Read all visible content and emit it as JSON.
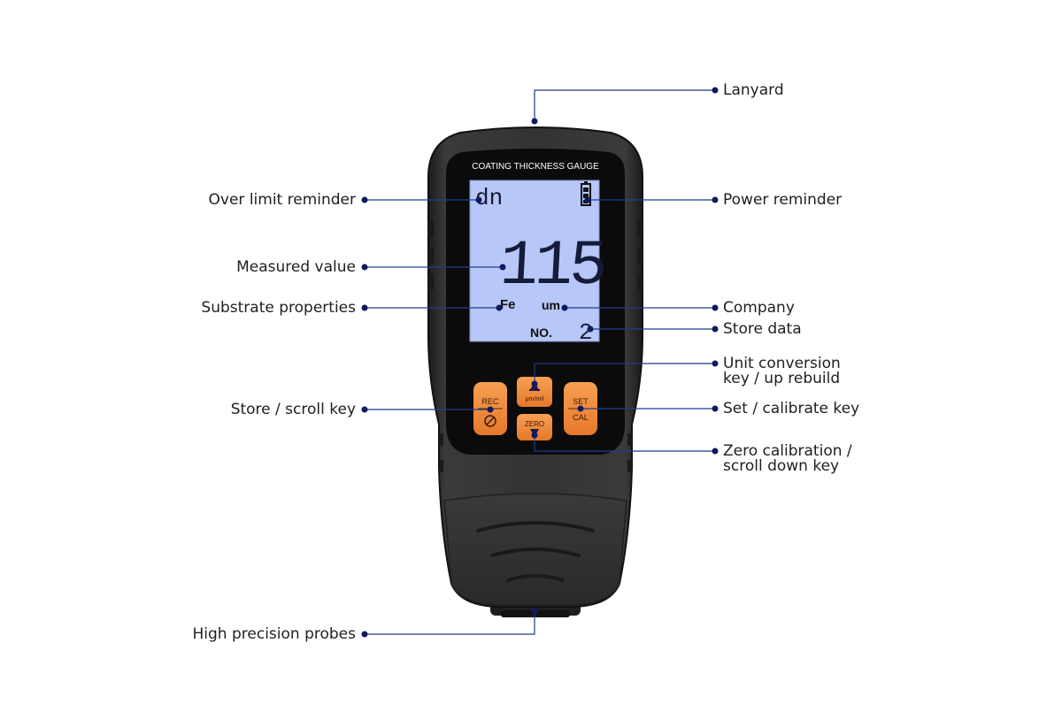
{
  "device": {
    "header": "COATING THICKNESS GAUGE",
    "lcd": {
      "over_limit": "dn",
      "reading": "115",
      "substrate": "Fe",
      "unit": "um",
      "store_label": "NO.",
      "store_number": "2"
    },
    "keys": {
      "rec": "REC",
      "unit": "μm/mil",
      "set": "SET",
      "cal": "CAL",
      "zero": "ZERO"
    }
  },
  "callouts": {
    "lanyard": "Lanyard",
    "power_reminder": "Power reminder",
    "over_limit_reminder": "Over limit reminder",
    "measured_value": "Measured value",
    "substrate_properties": "Substrate properties",
    "company": "Company",
    "store_data": "Store data",
    "unit_conversion_line1": "Unit conversion",
    "unit_conversion_line2": "key / up rebuild",
    "store_scroll_key": "Store / scroll key",
    "set_calibrate_key": "Set / calibrate key",
    "zero_calibration_line1": "Zero calibration /",
    "zero_calibration_line2": "scroll down key",
    "high_precision_probes": "High precision probes"
  },
  "colors": {
    "body": "#2e2e2e",
    "lcd": "#b7c7f7",
    "key": "#f0883a",
    "callout_line": "#1f3e8c",
    "callout_dot": "#0d1a5e"
  }
}
